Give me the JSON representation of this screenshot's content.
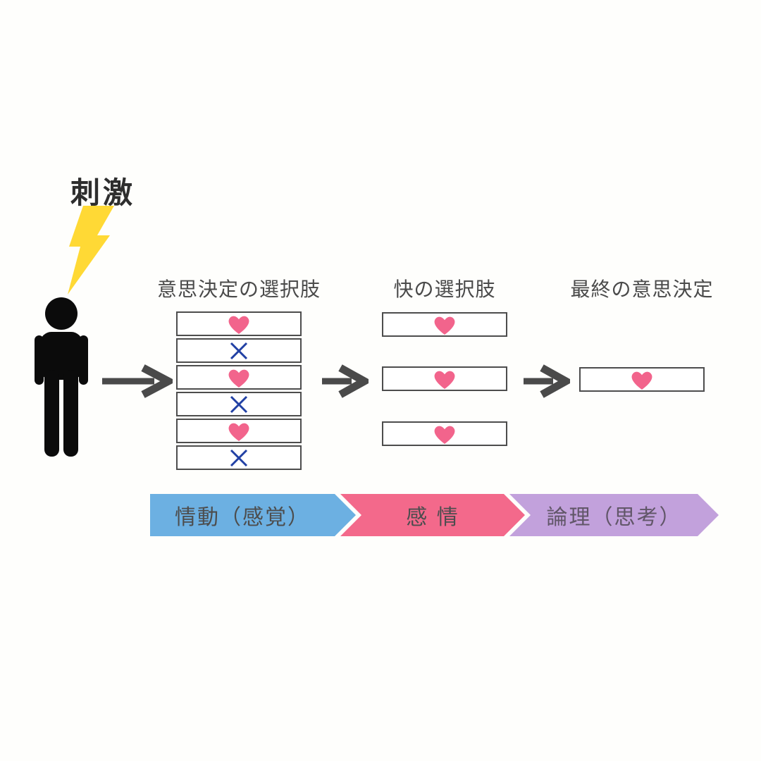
{
  "stimulus": {
    "label": "刺激"
  },
  "columns": [
    {
      "title": "意思決定の選択肢",
      "items": [
        "heart",
        "cross",
        "heart",
        "cross",
        "heart",
        "cross"
      ]
    },
    {
      "title": "快の選択肢",
      "items": [
        "heart",
        "heart",
        "heart"
      ]
    },
    {
      "title": "最終の意思決定",
      "items": [
        "heart"
      ]
    }
  ],
  "stages": [
    {
      "label": "情動（感覚）",
      "color": "#6CB0E2",
      "text_color": "#4d4d4d"
    },
    {
      "label": "感 情",
      "color": "#F3698B",
      "text_color": "#4d4d4f"
    },
    {
      "label": "論理（思考）",
      "color": "#C2A1DC",
      "text_color": "#615668"
    }
  ],
  "icons": {
    "heart_color": "#F2648C",
    "cross_color": "#2140A4",
    "arrow_color": "#4A4A4A",
    "lightning_color": "#FFD935",
    "person_color": "#0B0B0B",
    "box_border_color": "#4D4D4D"
  }
}
